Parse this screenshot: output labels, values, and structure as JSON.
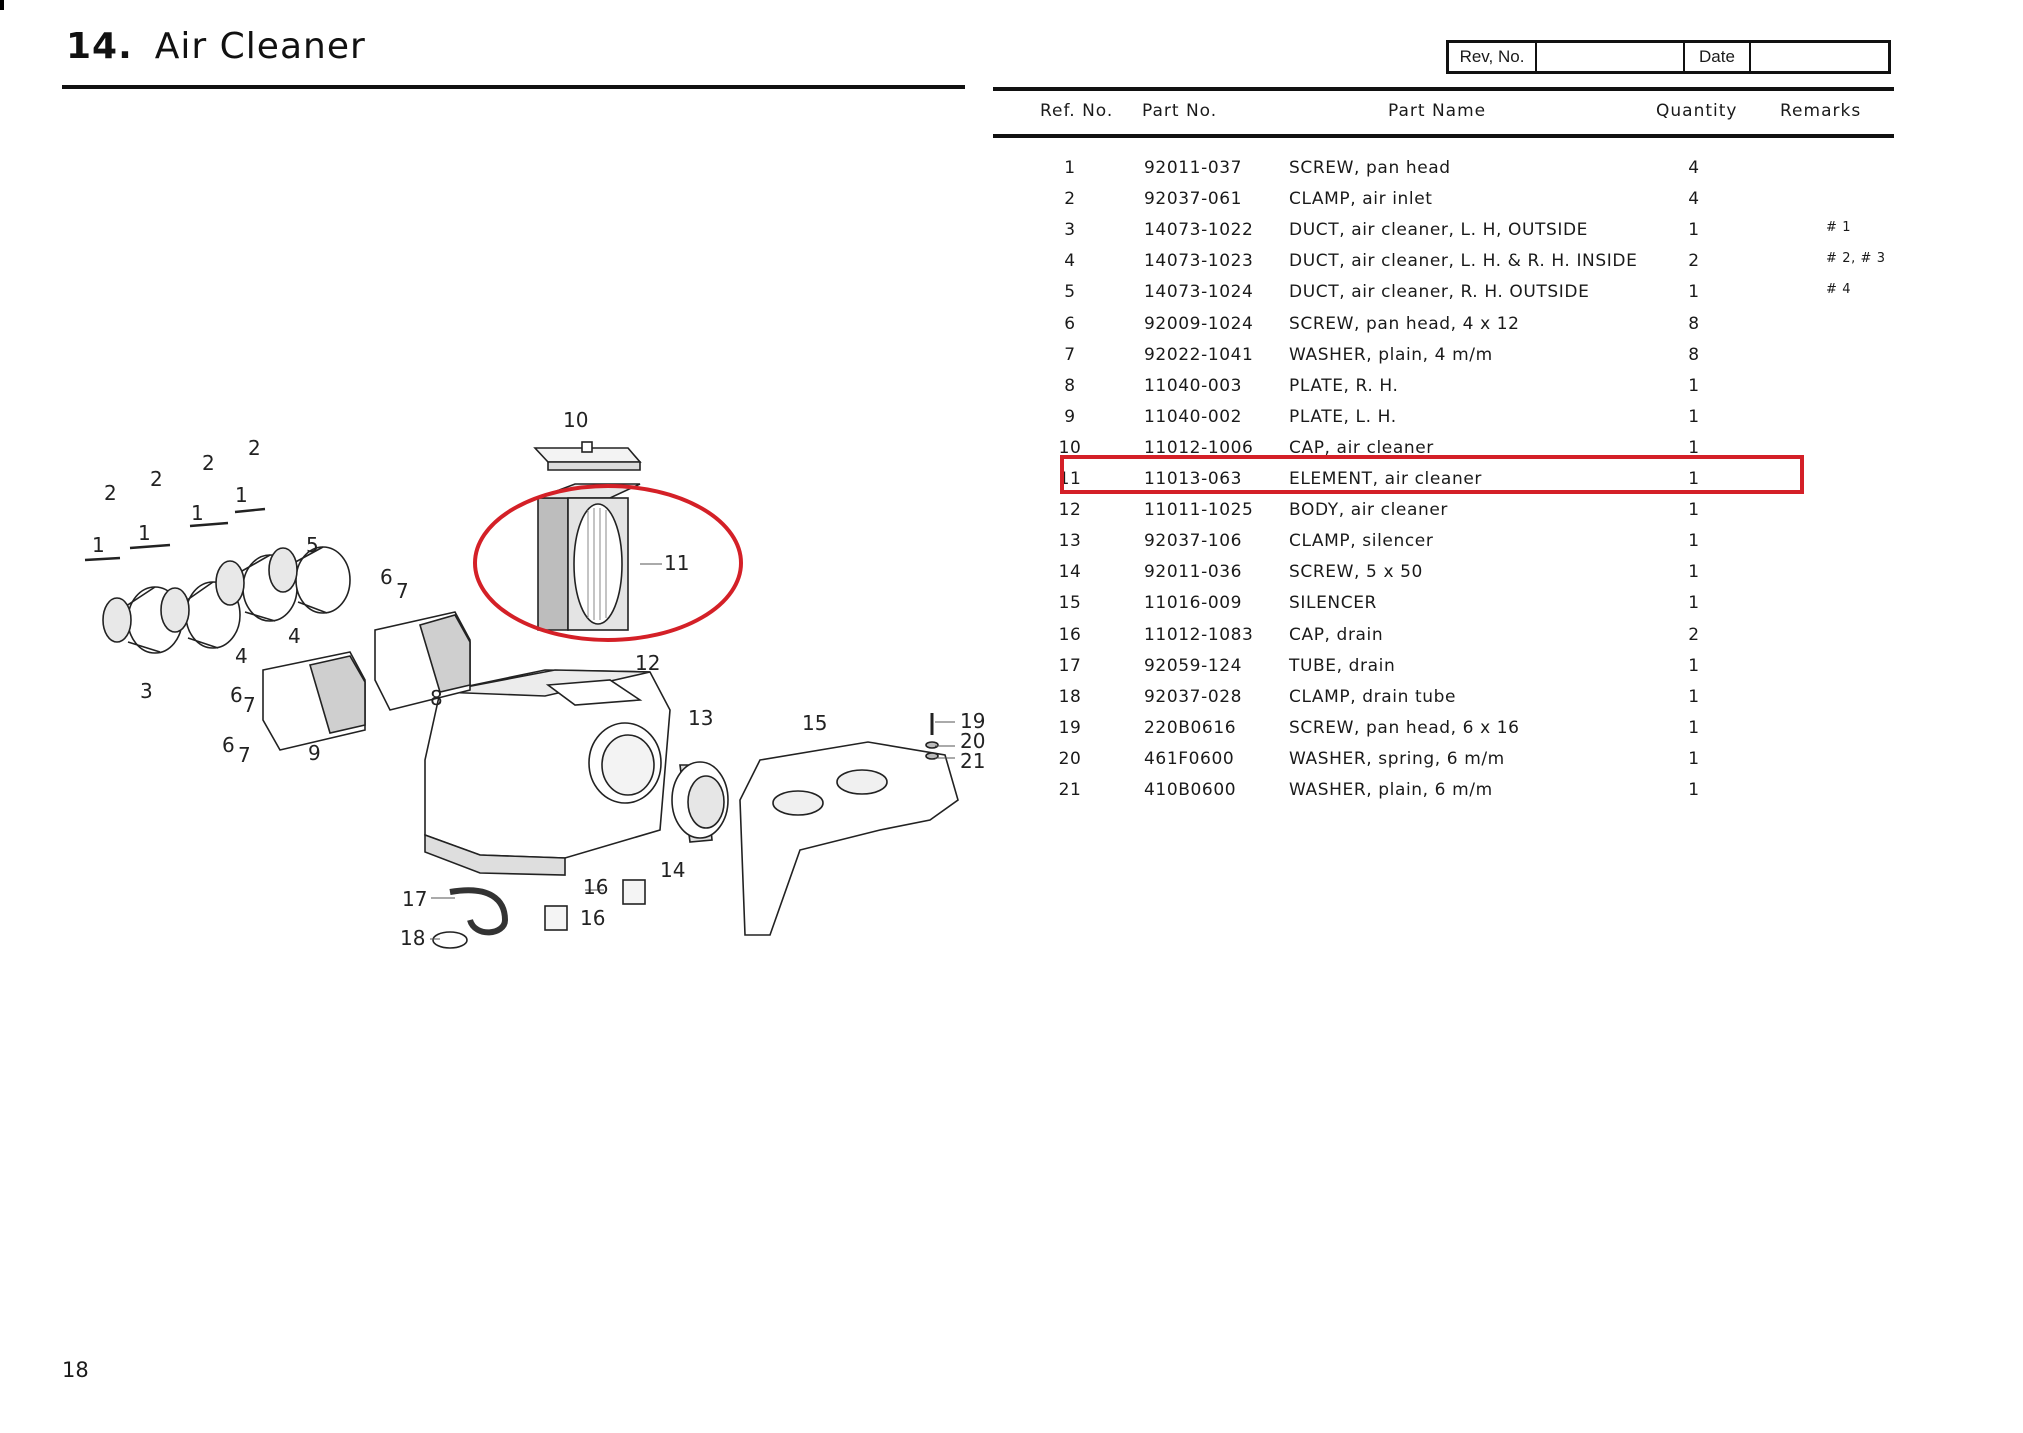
{
  "page": {
    "section_number": "14.",
    "section_title": "Air Cleaner",
    "page_number": "18"
  },
  "revision_box": {
    "rev_label": "Rev, No.",
    "rev_value": "",
    "date_label": "Date",
    "date_value": ""
  },
  "table": {
    "headers": {
      "ref": "Ref. No.",
      "part": "Part No.",
      "name": "Part Name",
      "qty": "Quantity",
      "remarks": "Remarks"
    },
    "rows": [
      {
        "ref": "1",
        "part": "92011-037",
        "name": "SCREW, pan head",
        "qty": "4",
        "remarks": ""
      },
      {
        "ref": "2",
        "part": "92037-061",
        "name": "CLAMP, air inlet",
        "qty": "4",
        "remarks": ""
      },
      {
        "ref": "3",
        "part": "14073-1022",
        "name": "DUCT, air cleaner, L. H, OUTSIDE",
        "qty": "1",
        "remarks": "# 1"
      },
      {
        "ref": "4",
        "part": "14073-1023",
        "name": "DUCT, air cleaner, L. H. & R. H. INSIDE",
        "qty": "2",
        "remarks": "# 2, # 3"
      },
      {
        "ref": "5",
        "part": "14073-1024",
        "name": "DUCT, air cleaner, R. H. OUTSIDE",
        "qty": "1",
        "remarks": "# 4"
      },
      {
        "ref": "6",
        "part": "92009-1024",
        "name": "SCREW, pan head, 4 x 12",
        "qty": "8",
        "remarks": ""
      },
      {
        "ref": "7",
        "part": "92022-1041",
        "name": "WASHER, plain, 4 m/m",
        "qty": "8",
        "remarks": ""
      },
      {
        "ref": "8",
        "part": "11040-003",
        "name": "PLATE, R. H.",
        "qty": "1",
        "remarks": ""
      },
      {
        "ref": "9",
        "part": "11040-002",
        "name": "PLATE, L. H.",
        "qty": "1",
        "remarks": ""
      },
      {
        "ref": "10",
        "part": "11012-1006",
        "name": "CAP, air cleaner",
        "qty": "1",
        "remarks": ""
      },
      {
        "ref": "11",
        "part": "11013-063",
        "name": "ELEMENT, air cleaner",
        "qty": "1",
        "remarks": ""
      },
      {
        "ref": "12",
        "part": "11011-1025",
        "name": "BODY, air cleaner",
        "qty": "1",
        "remarks": ""
      },
      {
        "ref": "13",
        "part": "92037-106",
        "name": "CLAMP, silencer",
        "qty": "1",
        "remarks": ""
      },
      {
        "ref": "14",
        "part": "92011-036",
        "name": "SCREW, 5 x 50",
        "qty": "1",
        "remarks": ""
      },
      {
        "ref": "15",
        "part": "11016-009",
        "name": "SILENCER",
        "qty": "1",
        "remarks": ""
      },
      {
        "ref": "16",
        "part": "11012-1083",
        "name": "CAP, drain",
        "qty": "2",
        "remarks": ""
      },
      {
        "ref": "17",
        "part": "92059-124",
        "name": "TUBE, drain",
        "qty": "1",
        "remarks": ""
      },
      {
        "ref": "18",
        "part": "92037-028",
        "name": "CLAMP, drain tube",
        "qty": "1",
        "remarks": ""
      },
      {
        "ref": "19",
        "part": "220B0616",
        "name": "SCREW, pan head, 6 x 16",
        "qty": "1",
        "remarks": ""
      },
      {
        "ref": "20",
        "part": "461F0600",
        "name": "WASHER, spring, 6 m/m",
        "qty": "1",
        "remarks": ""
      },
      {
        "ref": "21",
        "part": "410B0600",
        "name": "WASHER, plain, 6 m/m",
        "qty": "1",
        "remarks": ""
      }
    ]
  },
  "diagram": {
    "callouts": [
      "1",
      "1",
      "1",
      "1",
      "2",
      "2",
      "2",
      "2",
      "3",
      "4",
      "4",
      "5",
      "6",
      "7",
      "6",
      "7",
      "6",
      "7",
      "8",
      "9",
      "10",
      "11",
      "12",
      "13",
      "14",
      "15",
      "16",
      "16",
      "17",
      "18",
      "19",
      "20",
      "21"
    ]
  },
  "colors": {
    "highlight": "#d42027",
    "ink": "#1a1a1a"
  }
}
